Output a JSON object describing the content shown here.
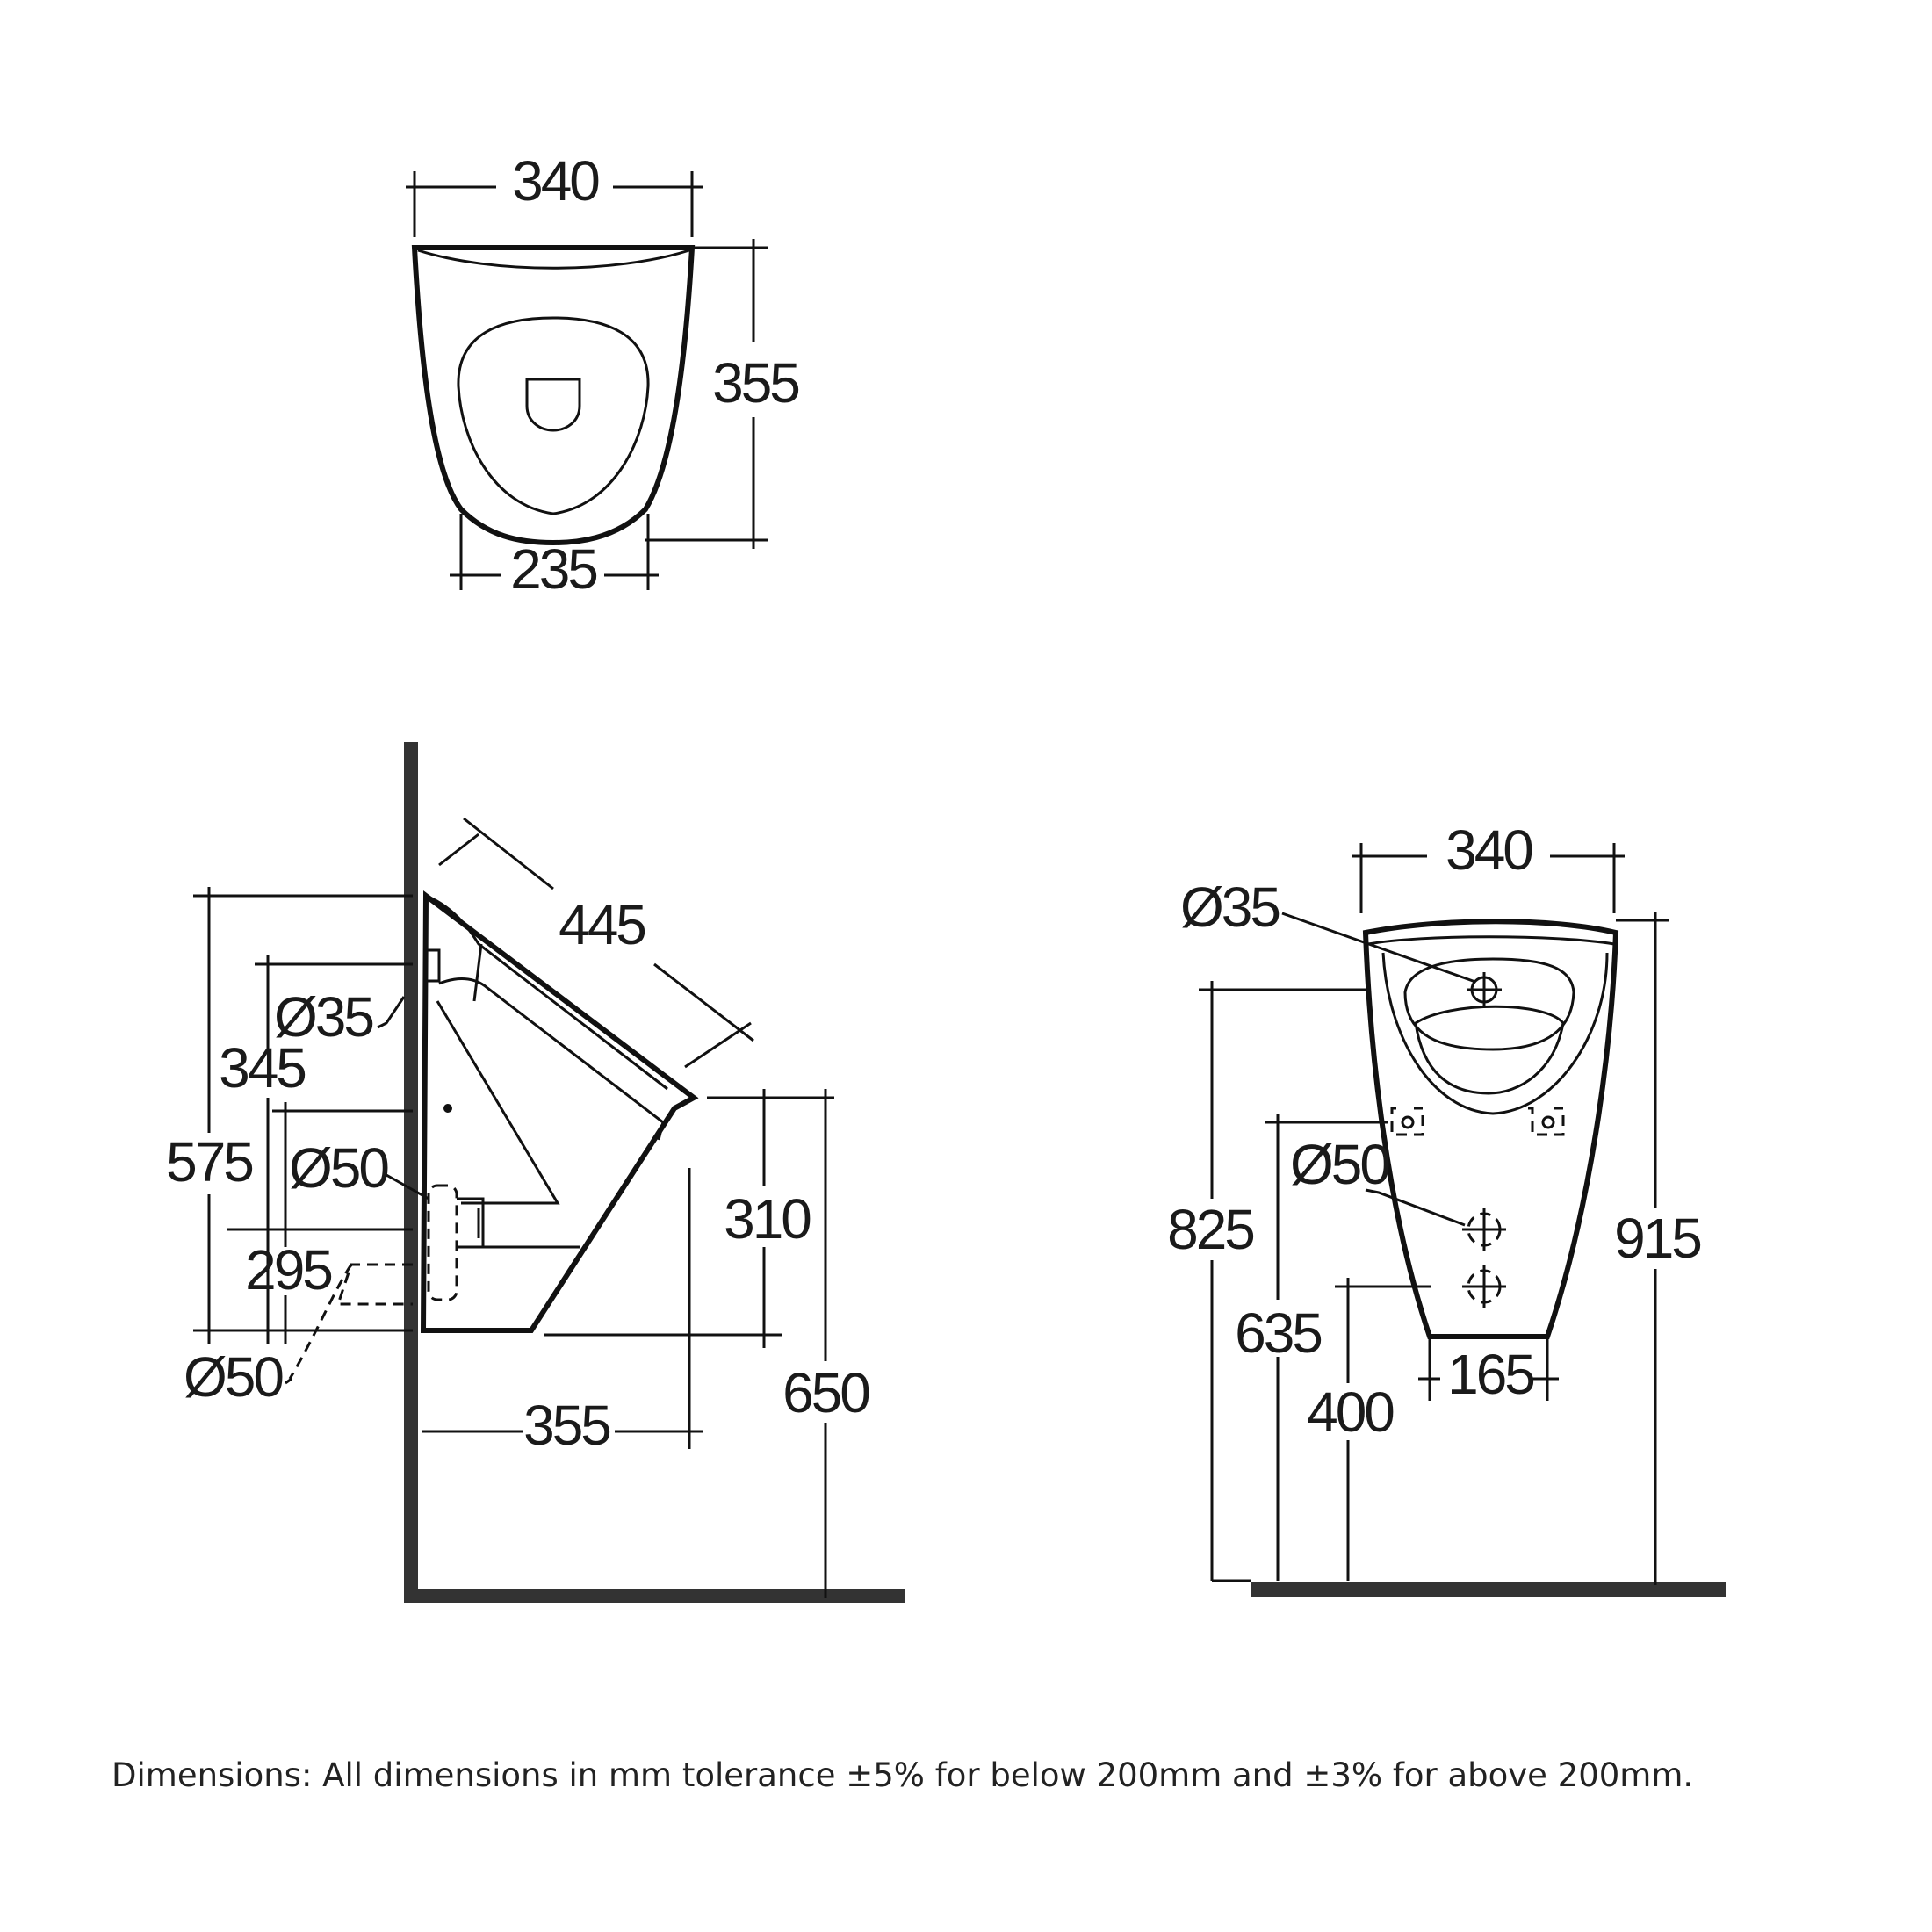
{
  "top_view": {
    "width": "340",
    "depth": "355",
    "bottom_width": "235"
  },
  "side_view": {
    "diagonal": "445",
    "inlet_dia": "Ø35",
    "inlet_height": "345",
    "overall_height": "575",
    "outlet_dia": "Ø50",
    "outlet_height": "295",
    "waste_dia": "Ø50",
    "front_height": "310",
    "projection": "355",
    "floor_height": "650"
  },
  "front_view": {
    "width": "340",
    "inlet_dia": "Ø35",
    "inlet_height": "825",
    "outlet_dia": "Ø50",
    "outlet_height": "635",
    "base_width": "165",
    "base_height": "400",
    "top_height": "915"
  },
  "footnote": "Dimensions: All dimensions in mm tolerance ±5% for below 200mm and ±3% for above 200mm."
}
